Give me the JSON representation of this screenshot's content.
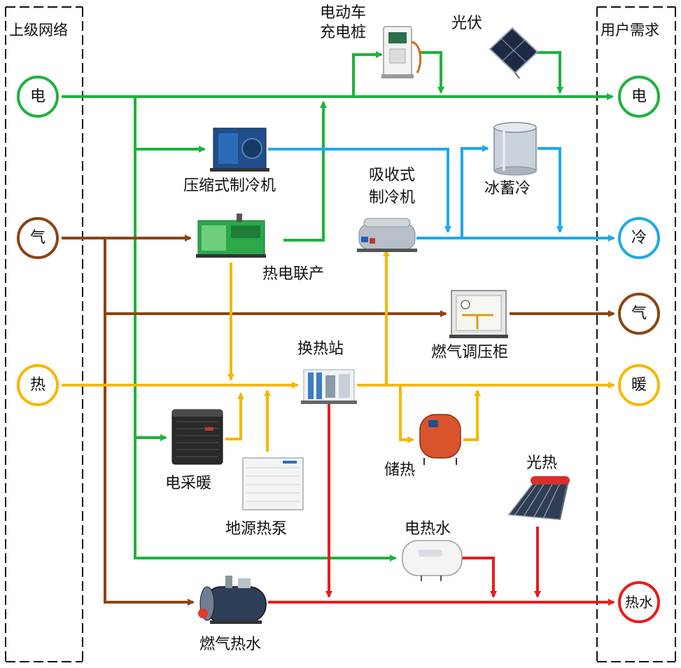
{
  "headers": {
    "left": "上级网络",
    "right": "用户需求"
  },
  "sources": {
    "elec": "电",
    "gas": "气",
    "heat": "热"
  },
  "demands": {
    "elec": "电",
    "cool": "冷",
    "gas": "气",
    "warm": "暖",
    "hot_water": "热水"
  },
  "devices": {
    "ev_line1": "电动车",
    "ev_line2": "充电桩",
    "pv": "光伏",
    "compressor": "压缩式制冷机",
    "absorption_line1": "吸收式",
    "absorption_line2": "制冷机",
    "ice_storage": "冰蓄冷",
    "chp": "热电联产",
    "gas_regulator": "燃气调压柜",
    "heat_exchange": "换热站",
    "heat_storage": "储热",
    "electric_heating": "电采暖",
    "ground_source_heat_pump": "地源热泵",
    "solar_thermal": "光热",
    "electric_water_heater": "电热水",
    "gas_water_heater": "燃气热水"
  },
  "colors": {
    "electricity": "#1db33b",
    "cooling": "#1ea9e8",
    "gas": "#8b4513",
    "heat": "#f5b800",
    "hot_water": "#e81c1c"
  }
}
